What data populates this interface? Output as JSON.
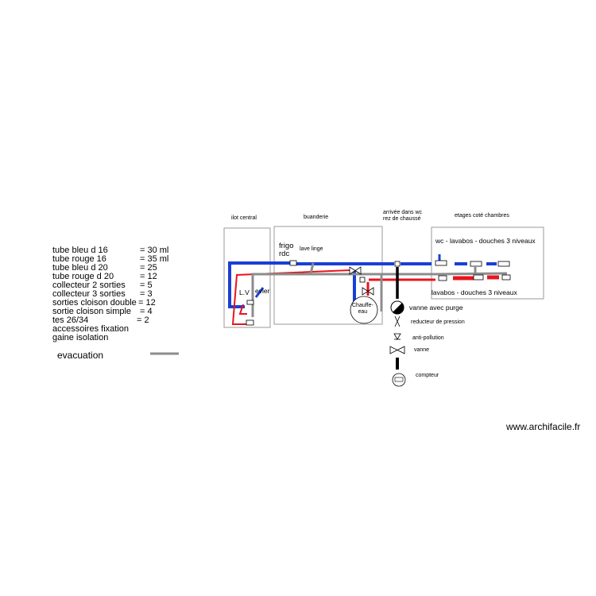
{
  "legend": {
    "items": [
      {
        "label": "tube bleu d 16",
        "value": "= 30 ml"
      },
      {
        "label": "tube rouge 16",
        "value": "= 35 ml"
      },
      {
        "label": "tube bleu d 20",
        "value": "= 25"
      },
      {
        "label": "tube rouge d 20",
        "value": "= 12"
      },
      {
        "label": "collecteur 2 sorties",
        "value": "= 5"
      },
      {
        "label": "collecteur 3 sorties",
        "value": "= 3"
      },
      {
        "label": "sorties cloison double",
        "value": "= 12"
      },
      {
        "label": "sortie cloison simple",
        "value": "= 4"
      },
      {
        "label": "tes 26/34",
        "value": "= 2"
      },
      {
        "label": "accessoires fixation",
        "value": ""
      },
      {
        "label": "gaine isolation",
        "value": ""
      }
    ],
    "evacuation_label": "evacuation"
  },
  "zones": {
    "ilot": "ilot central",
    "buanderie": "buanderie",
    "arrivee": "arrivée dans wc\nrez de chaussé",
    "etages": "etages coté chambres"
  },
  "labels": {
    "frigo": "frigo\nrdc",
    "lave_linge": "lave linge",
    "lv": "L.V",
    "evier": "evier",
    "chauffe_eau": "Chauffe-\neau",
    "wc_top": "wc - lavabos - douches 3 niveaux",
    "lavabos_bottom": "lavabos - douches 3 niveaux"
  },
  "symbols": {
    "vanne_purge": "vanne avec purge",
    "reducteur": "reducteur de pression",
    "anti_pollution": "anti-pollution",
    "vanne": "vanne",
    "compteur": "compteur"
  },
  "watermark": "www.archifacile.fr",
  "colors": {
    "cold": "#1a3fd6",
    "hot": "#e8141c",
    "evacuation": "#8c8c8c",
    "supply": "#000000",
    "box": "#9a9a9a"
  }
}
